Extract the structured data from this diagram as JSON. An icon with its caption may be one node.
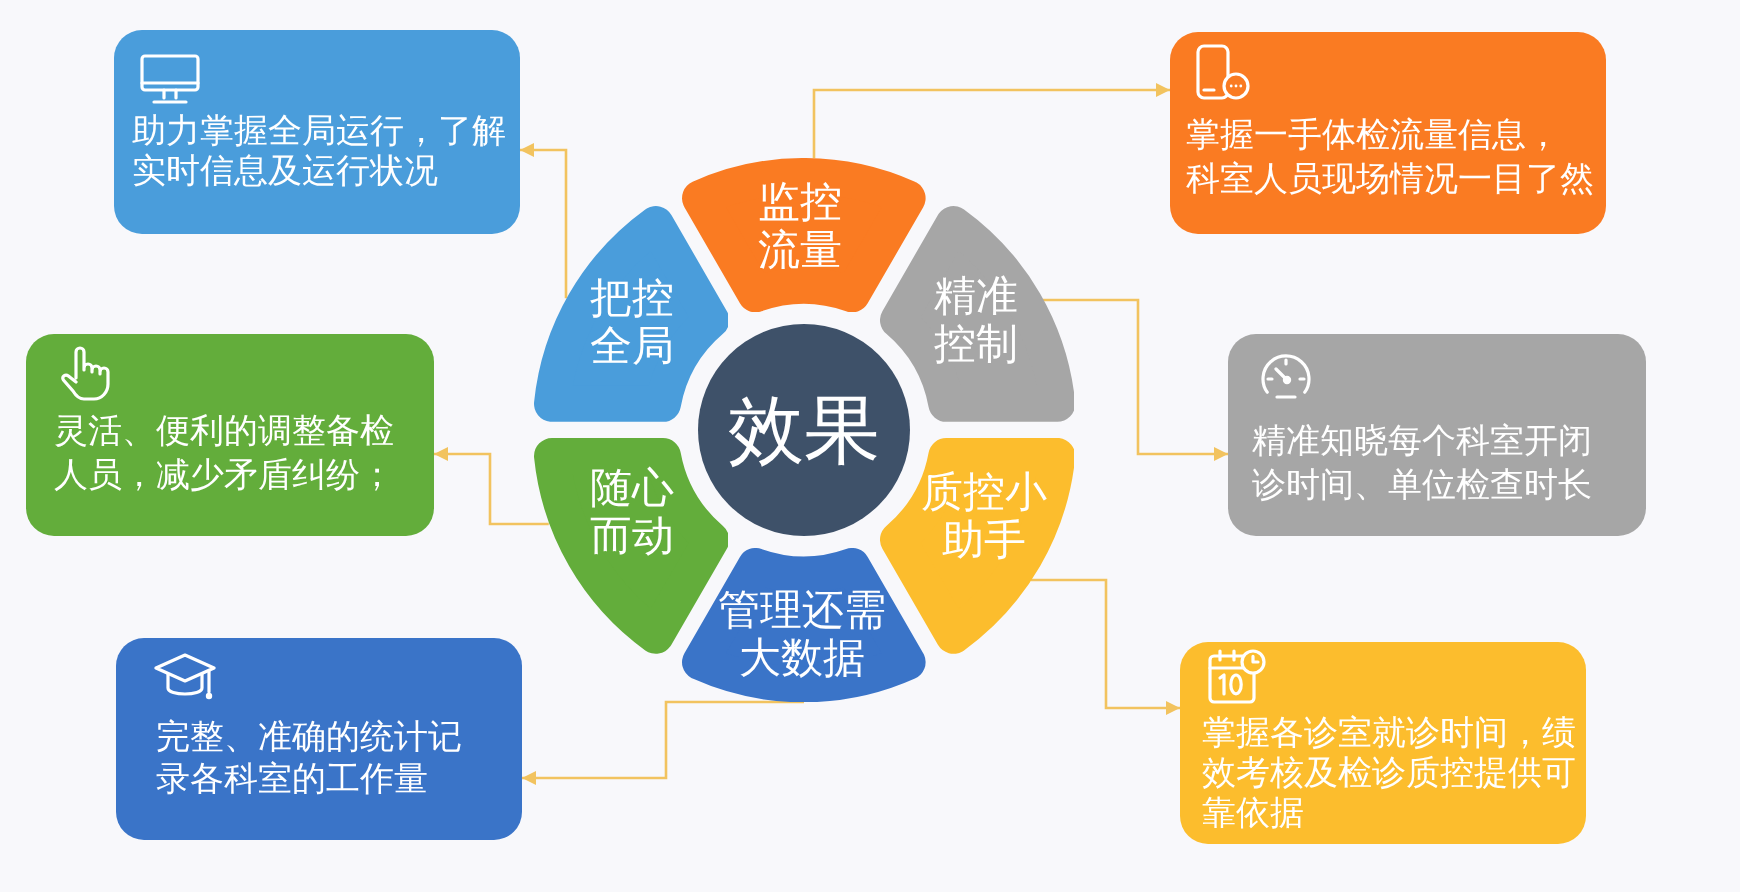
{
  "diagram": {
    "nodes": [
      {
        "text": [
          "助力掌握全局运行，了解实时信息及运行状况"
        ]
      },
      {
        "text": [
          "掌握一手体检流量信息，科室人员现场情况一目了然"
        ]
      },
      {
        "text": [
          "监控流量"
        ]
      },
      {
        "text": [
          "把控全局"
        ]
      },
      {
        "text": [
          "精准控制"
        ]
      },
      {
        "text": [
          "效果"
        ]
      },
      {
        "text": [
          "灵活、便利的调整备检人员，减少矛盾纠纷；"
        ]
      },
      {
        "text": [
          "精准知晓每个科室开闭诊时间、单位检查时长"
        ]
      },
      {
        "text": [
          "随心而动"
        ]
      },
      {
        "text": [
          "质控小助手"
        ]
      },
      {
        "text": [
          "管理还需大数据"
        ]
      },
      {
        "text": [
          "完整、准确的统计记录各科室的工作量"
        ]
      },
      {
        "text": [
          "掌握各诊室就诊时间，绩效考核及检诊质控提供可靠依据"
        ]
      }
    ],
    "edges": [
      {
        "from": 3,
        "to": 0,
        "arrow": "to"
      },
      {
        "from": 2,
        "to": 1,
        "arrow": "to"
      },
      {
        "from": 4,
        "to": 7,
        "arrow": "to"
      },
      {
        "from": 8,
        "to": 6,
        "arrow": "to"
      },
      {
        "from": 9,
        "to": 12,
        "arrow": "to"
      },
      {
        "from": 10,
        "to": 11,
        "arrow": "to"
      }
    ]
  }
}
